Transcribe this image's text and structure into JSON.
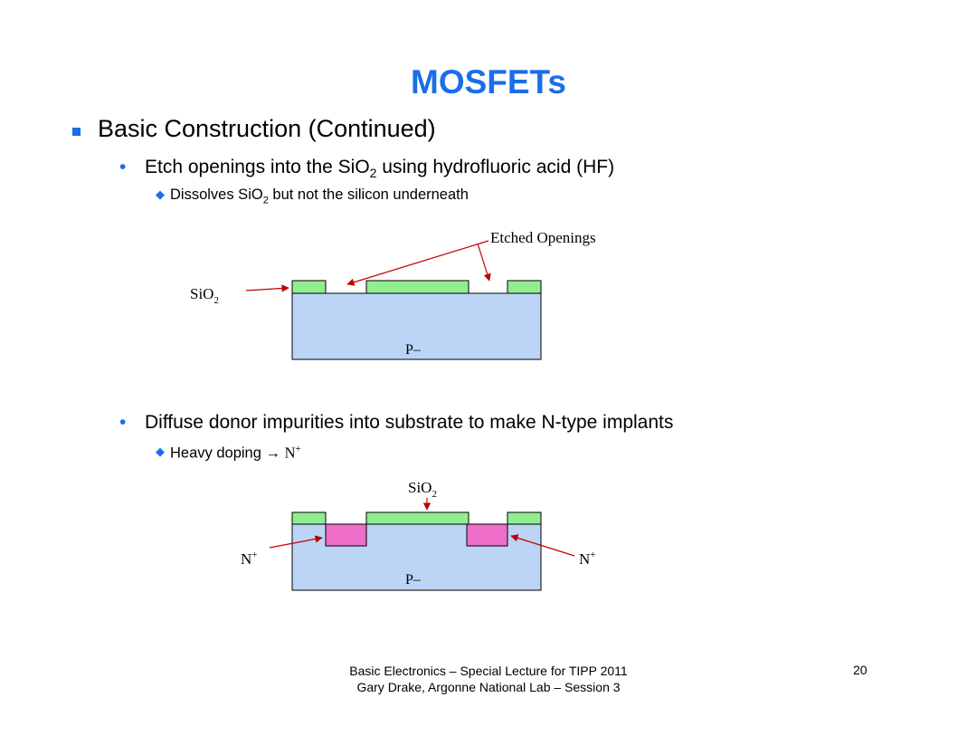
{
  "slide": {
    "title": "MOSFETs",
    "bullet1": "Basic Construction (Continued)",
    "bullet2a_pre": "Etch openings into the SiO",
    "bullet2a_sub": "2",
    "bullet2a_post": " using hydrofluoric acid (HF)",
    "bullet3a_pre": "Dissolves SiO",
    "bullet3a_sub": "2",
    "bullet3a_post": " but not the silicon underneath",
    "bullet2b": "Diffuse donor impurities into substrate to make N-type implants",
    "bullet3b_pre": "Heavy doping → ",
    "bullet3b_n": "N",
    "bullet3b_sup": "+",
    "footer_line1": "Basic Electronics – Special Lecture for TIPP 2011",
    "footer_line2": "Gary Drake, Argonne National Lab – Session 3",
    "page_number": "20"
  },
  "diagram1": {
    "label_etched": "Etched Openings",
    "label_sio2": "SiO",
    "label_sio2_sub": "2",
    "label_substrate": "P–"
  },
  "diagram2": {
    "label_sio2": "SiO",
    "label_sio2_sub": "2",
    "label_n_left": "N",
    "label_n_right": "N",
    "label_n_sup": "+",
    "label_substrate": "P–"
  },
  "colors": {
    "accent": "#1a6ee8",
    "oxide": "#90ee90",
    "substrate": "#bcd4f6",
    "implant": "#ee6ec8",
    "arrow": "#c00000"
  },
  "icons": {
    "bullet1": "square-bullet-icon",
    "bullet2": "dot-bullet-icon",
    "bullet3": "diamond-bullet-icon"
  }
}
